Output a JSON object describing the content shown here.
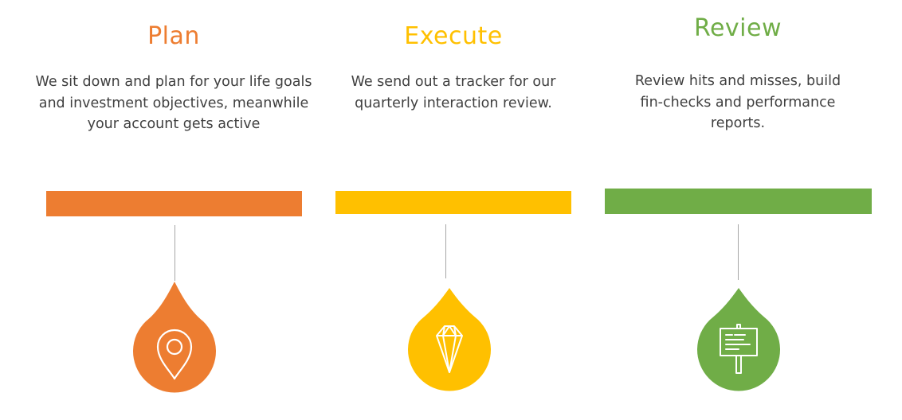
{
  "stages": [
    {
      "title": "Plan",
      "description_lines": [
        "We sit down and plan for your life goals",
        "and investment objectives, meanwhile",
        "your account gets active"
      ],
      "color": "#ED7D31",
      "icon": "location-pin-icon"
    },
    {
      "title": "Execute",
      "description_lines": [
        "We send out a tracker for our",
        "quarterly interaction review."
      ],
      "color": "#FFC000",
      "icon": "diamond-icon"
    },
    {
      "title": "Review",
      "description_lines": [
        "Review hits and misses, build",
        "fin-checks and performance",
        "reports."
      ],
      "color": "#70AD47",
      "icon": "signboard-icon"
    }
  ]
}
